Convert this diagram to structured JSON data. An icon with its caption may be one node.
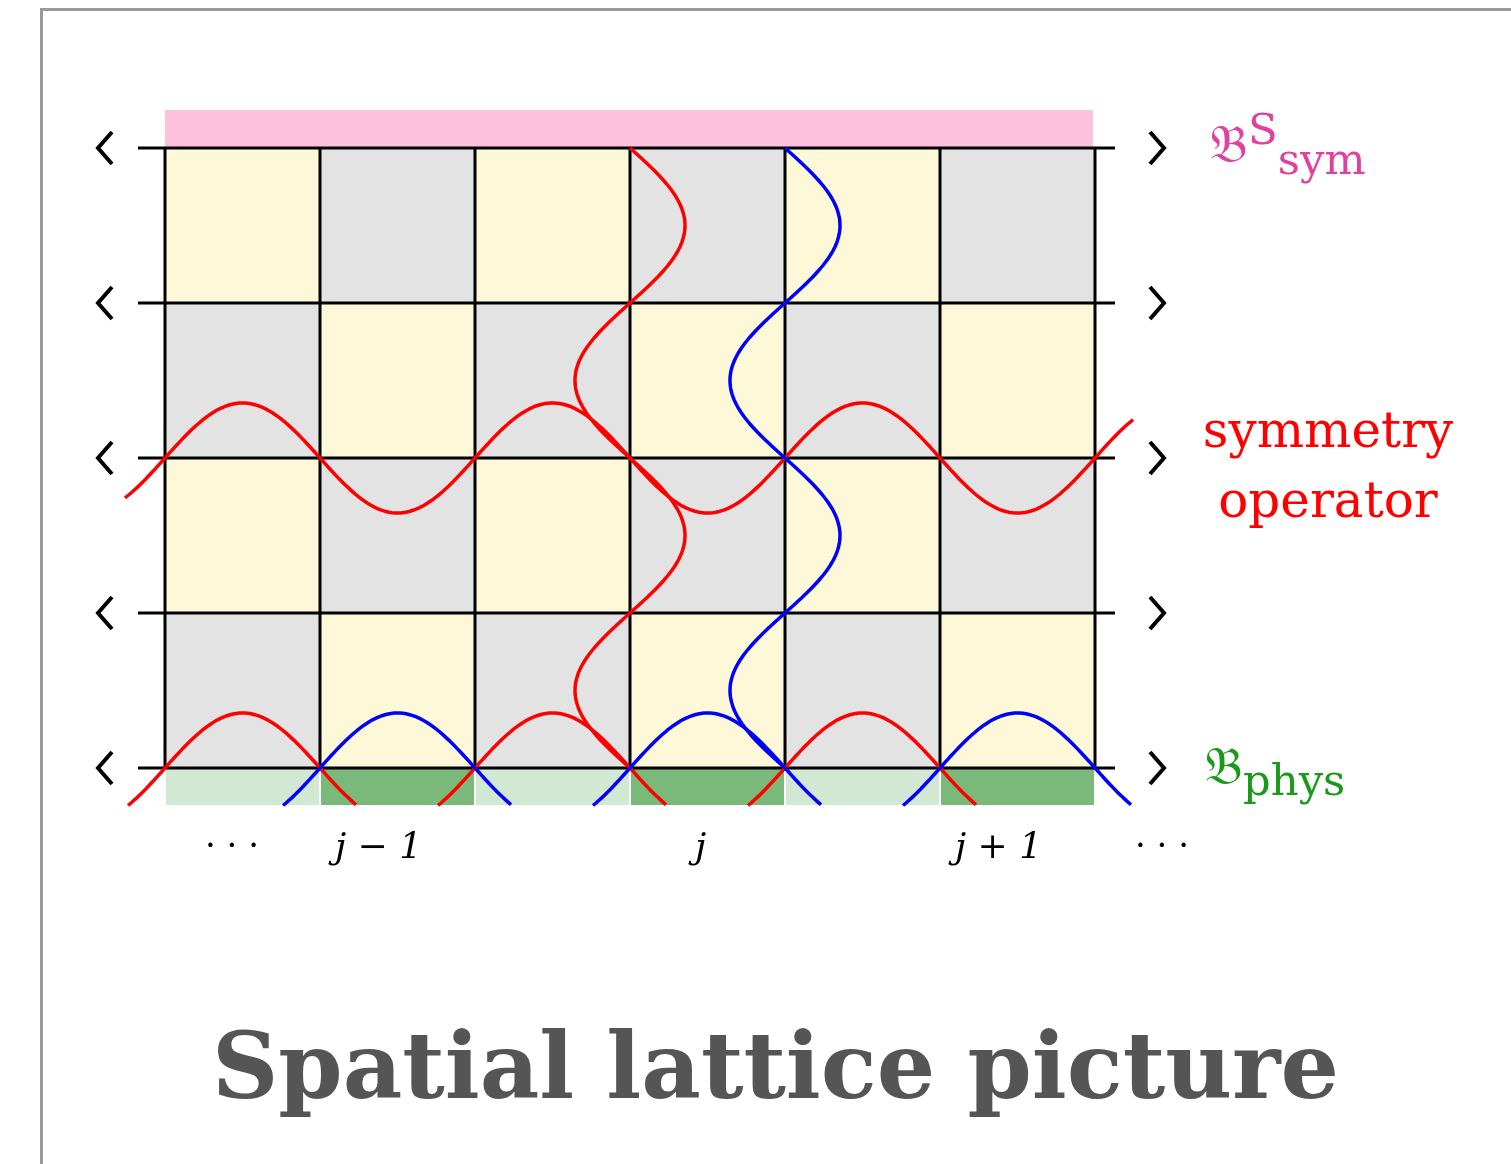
{
  "diagram": {
    "title": "Spatial lattice picture",
    "labels": [
      "𝔅$^{S}$$_{sym}$",
      "symmetry operator",
      "𝔅$_{phys}$",
      "· · ·",
      "j − 1",
      "j",
      "j + 1",
      "· · ·"
    ]
  }
}
